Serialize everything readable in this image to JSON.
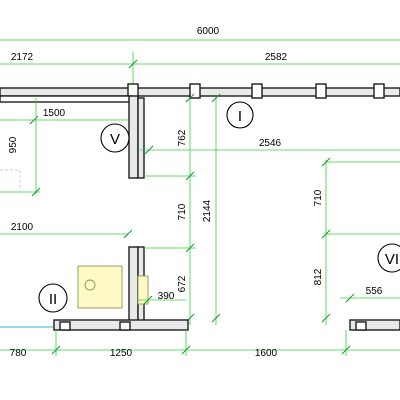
{
  "dimensions": {
    "overall_width": "6000",
    "top_left_span": "2172",
    "top_right_span": "2582",
    "room_v_width": "1500",
    "room_v_height": "950",
    "room_i_width": "2546",
    "partition_upper": "762",
    "partition_middle": "710",
    "room_i_height": "2144",
    "partition_lower": "672",
    "room_ii_width": "2100",
    "opening_width": "390",
    "room_vi_upper": "710",
    "room_vi_lower": "812",
    "room_vi_width": "556",
    "bottom_left": "780",
    "bottom_middle": "1250",
    "bottom_right": "1600"
  },
  "room_markers": {
    "room_i": "I",
    "room_ii": "II",
    "room_v": "V",
    "room_vi": "VI"
  },
  "colors": {
    "dimension_line": "#35d13f",
    "wall_outline": "#1d1d1d",
    "fixture_fill": "#fff9c8",
    "floor_edge": "#6fd0d8"
  }
}
